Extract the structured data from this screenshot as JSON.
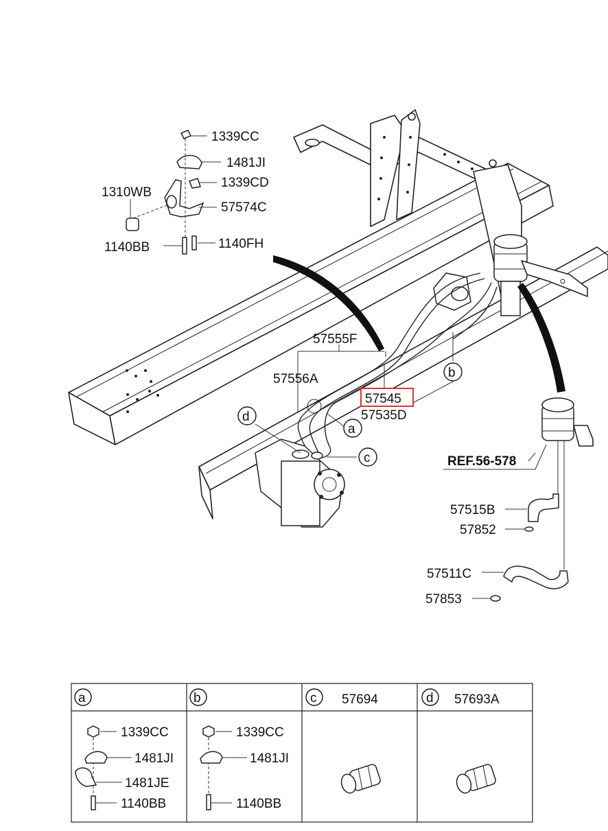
{
  "callouts": {
    "p1339CC_top": "1339CC",
    "p1481JI_top": "1481JI",
    "p1339CD": "1339CD",
    "p1310WB": "1310WB",
    "p57574C": "57574C",
    "p1140BB_top": "1140BB",
    "p1140FH": "1140FH",
    "p57555F": "57555F",
    "p57556A": "57556A",
    "p57545": "57545",
    "p57535D": "57535D",
    "ref": "REF.56-578",
    "p57515B": "57515B",
    "p57852": "57852",
    "p57511C": "57511C",
    "p57853": "57853"
  },
  "markers": {
    "a": "a",
    "b": "b",
    "c": "c",
    "d": "d"
  },
  "table": {
    "cells": [
      {
        "letter": "a",
        "header_part": "",
        "items": [
          "1339CC",
          "1481JI",
          "1481JE",
          "1140BB"
        ]
      },
      {
        "letter": "b",
        "header_part": "",
        "items": [
          "1339CC",
          "1481JI",
          "1140BB"
        ]
      },
      {
        "letter": "c",
        "header_part": "57694",
        "items": []
      },
      {
        "letter": "d",
        "header_part": "57693A",
        "items": []
      }
    ]
  },
  "colors": {
    "highlight_box": "#e0342f",
    "line": "#222222",
    "background": "#ffffff"
  }
}
